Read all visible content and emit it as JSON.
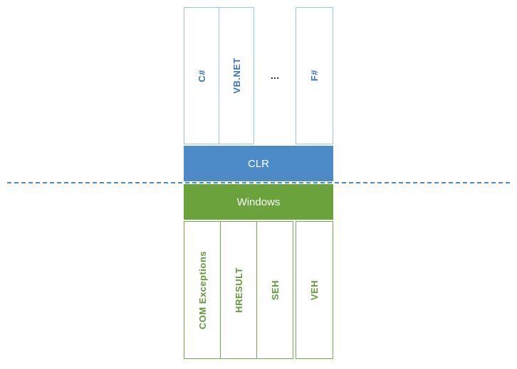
{
  "title": "Exception handling layers diagram",
  "languages": {
    "items": [
      {
        "label": "C#"
      },
      {
        "label": "VB.NET"
      },
      {
        "label": "F#"
      }
    ],
    "ellipsis": "..."
  },
  "clr": {
    "label": "CLR"
  },
  "windows": {
    "label": "Windows"
  },
  "native": {
    "items": [
      {
        "label": "COM Exceptions"
      },
      {
        "label": "HRESULT"
      },
      {
        "label": "SEH"
      },
      {
        "label": "VEH"
      }
    ]
  },
  "colors": {
    "language_border": "#9dc3e6",
    "language_text": "#3c74b8",
    "clr_fill": "#4d8bc8",
    "windows_fill": "#6aa33c",
    "native_border": "#70ad47",
    "native_text": "#5f9a38",
    "dashed_line": "#4d8bc8",
    "ellipsis_text": "#404040"
  }
}
